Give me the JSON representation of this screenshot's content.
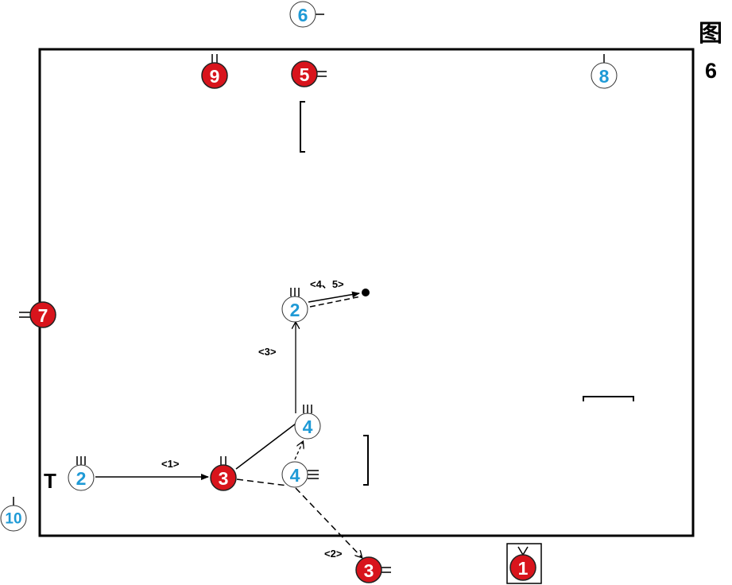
{
  "figure": {
    "title": "图",
    "number": "6"
  },
  "colors": {
    "red": "#d8141c",
    "blue": "#1f9ad6",
    "line": "#000000"
  },
  "players": [
    {
      "id": "blue-6",
      "team": "blue",
      "number": "6",
      "marks": "dash-right"
    },
    {
      "id": "red-9",
      "team": "red",
      "number": "9",
      "marks": "double-top"
    },
    {
      "id": "red-5",
      "team": "red",
      "number": "5",
      "marks": "double-right"
    },
    {
      "id": "blue-8",
      "team": "blue",
      "number": "8",
      "marks": "single-top"
    },
    {
      "id": "red-7",
      "team": "red",
      "number": "7",
      "marks": "double-left"
    },
    {
      "id": "blue-2-top",
      "team": "blue",
      "number": "2",
      "marks": "triple-top"
    },
    {
      "id": "blue-4-top",
      "team": "blue",
      "number": "4",
      "marks": "triple-top"
    },
    {
      "id": "blue-4-bottom",
      "team": "blue",
      "number": "4",
      "marks": "triple-right"
    },
    {
      "id": "blue-2-left",
      "team": "blue",
      "number": "2",
      "marks": "triple-top"
    },
    {
      "id": "red-3-center",
      "team": "red",
      "number": "3",
      "marks": "double-top"
    },
    {
      "id": "blue-10",
      "team": "blue",
      "number": "10",
      "marks": "single-top"
    },
    {
      "id": "red-3-out",
      "team": "red",
      "number": "3",
      "marks": "double-right"
    },
    {
      "id": "red-1",
      "team": "red",
      "number": "1",
      "marks": "goal-box"
    }
  ],
  "moves": [
    {
      "label": "<1>",
      "style": "solid"
    },
    {
      "label": "<2>",
      "style": "dashed"
    },
    {
      "label": "<3>",
      "style": "solid"
    },
    {
      "label": "<4、5>",
      "style": "double"
    }
  ],
  "start_marker": "T"
}
